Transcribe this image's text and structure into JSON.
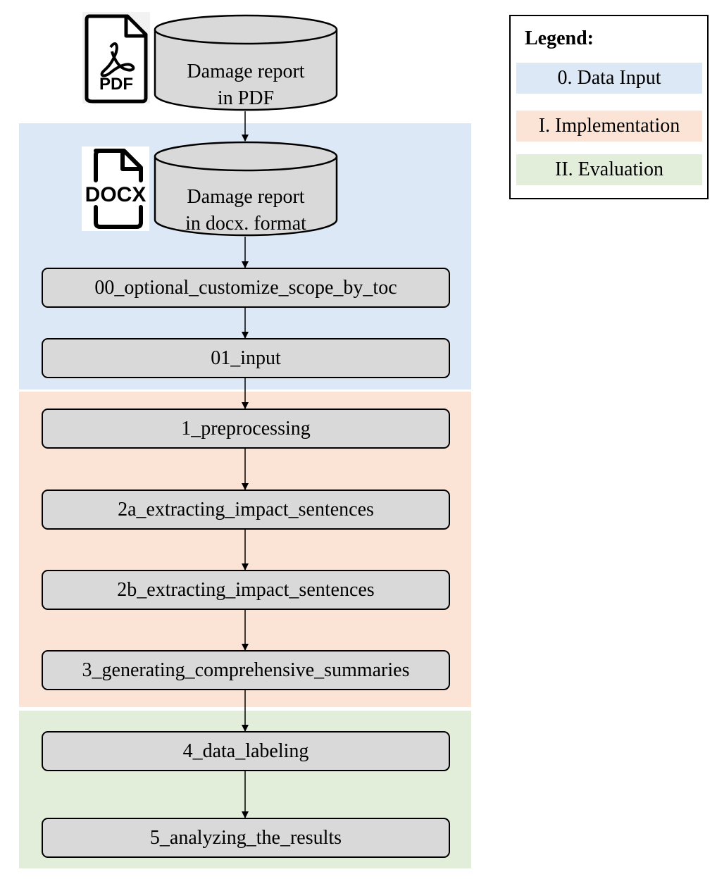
{
  "sources": {
    "pdf_icon_text": "PDF",
    "docx_icon_text": "DOCX",
    "pdf_report": {
      "line1": "Damage report",
      "line2": "in PDF"
    },
    "docx_report": {
      "line1": "Damage report",
      "line2": "in docx. format"
    }
  },
  "steps": [
    "00_optional_customize_scope_by_toc",
    "01_input",
    "1_preprocessing",
    "2a_extracting_impact_sentences",
    "2b_extracting_impact_sentences",
    "3_generating_comprehensive_summaries",
    "4_data_labeling",
    "5_analyzing_the_results"
  ],
  "legend": {
    "title": "Legend:",
    "items": [
      {
        "label": "0. Data Input",
        "color": "#dce8f5"
      },
      {
        "label": "I. Implementation",
        "color": "#fbe4d6"
      },
      {
        "label": "II. Evaluation",
        "color": "#e2eed9"
      }
    ]
  },
  "colors": {
    "box_fill": "#d9d9d9",
    "outline": "#000000"
  }
}
